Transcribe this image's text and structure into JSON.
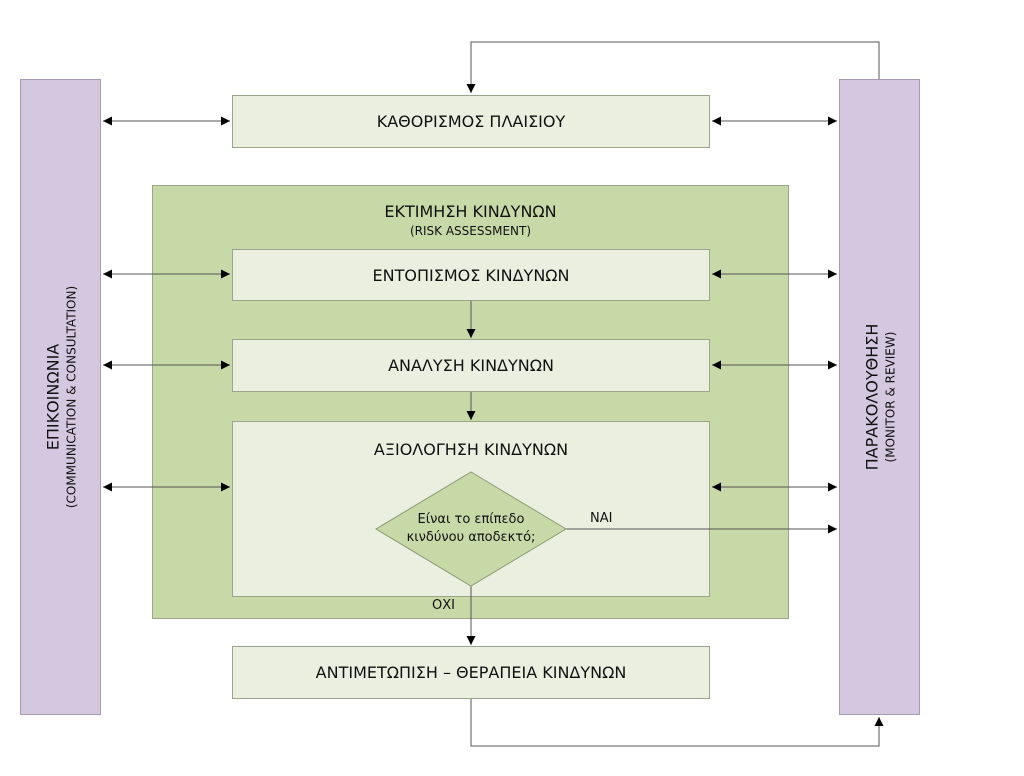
{
  "diagram": {
    "communication": {
      "title": "ΕΠΙΚΟΙΝΩΝΙΑ",
      "subtitle": "(COMMUNICATION & CONSULTATION)"
    },
    "monitor": {
      "title": "ΠΑΡΑΚΟΛΟΥΘΗΣΗ",
      "subtitle": "(MONITOR & REVIEW)"
    },
    "context": "ΚΑΘΟΡΙΣΜΟΣ ΠΛΑΙΣΙΟΥ",
    "assessment": {
      "title": "ΕΚΤΙΜΗΣΗ ΚΙΝΔΥΝΩΝ",
      "subtitle": "(RISK ASSESSMENT)"
    },
    "identification": "ΕΝΤΟΠΙΣΜΟΣ ΚΙΝΔΥΝΩΝ",
    "analysis": "ΑΝΑΛΥΣΗ ΚΙΝΔΥΝΩΝ",
    "evaluation": "ΑΞΙΟΛΟΓΗΣΗ ΚΙΝΔΥΝΩΝ",
    "decision": {
      "line1": "Είναι το επίπεδο",
      "line2": "κινδύνου αποδεκτό;"
    },
    "yes_label": "ΝΑΙ",
    "no_label": "ΟΧΙ",
    "treatment": "ΑΝΤΙΜΕΤΩΠΙΣΗ – ΘΕΡΑΠΕΙΑ ΚΙΝΔΥΝΩΝ"
  },
  "colors": {
    "side_panels": "#d4c8e0",
    "assessment_area": "#c8d9a8",
    "process_box": "#ebefdf",
    "decision": "#c8d9a8"
  }
}
